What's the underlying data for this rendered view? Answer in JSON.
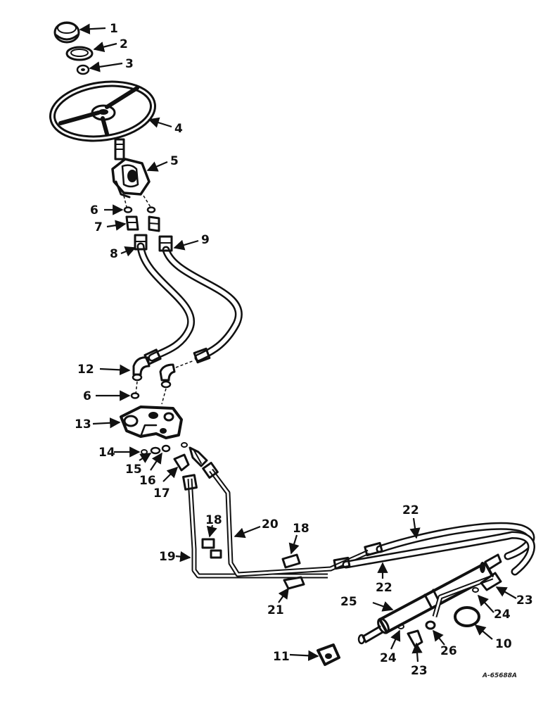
{
  "callouts": {
    "c1": "1",
    "c2": "2",
    "c3": "3",
    "c4": "4",
    "c5": "5",
    "c6a": "6",
    "c6b": "6",
    "c7": "7",
    "c8": "8",
    "c9": "9",
    "c10": "10",
    "c11": "11",
    "c12": "12",
    "c13": "13",
    "c14": "14",
    "c15": "15",
    "c16": "16",
    "c17": "17",
    "c18a": "18",
    "c18b": "18",
    "c19": "19",
    "c20": "20",
    "c21": "21",
    "c22a": "22",
    "c22b": "22",
    "c23a": "23",
    "c23b": "23",
    "c24a": "24",
    "c24b": "24",
    "c25": "25",
    "c26": "26"
  },
  "drawing_number": "A-65688A"
}
